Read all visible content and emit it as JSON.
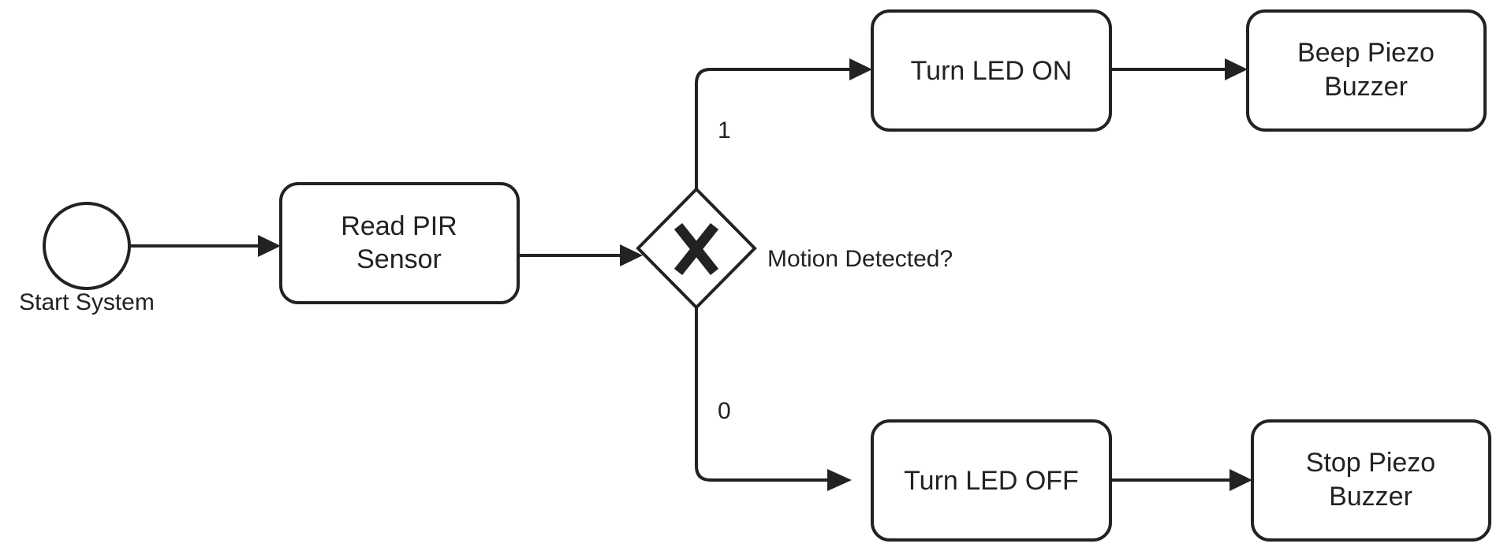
{
  "diagram": {
    "start_event": {
      "label": "Start System"
    },
    "tasks": {
      "read_pir": {
        "line1": "Read PIR",
        "line2": "Sensor"
      },
      "led_on": {
        "line1": "Turn LED ON"
      },
      "beep_buzzer": {
        "line1": "Beep Piezo",
        "line2": "Buzzer"
      },
      "led_off": {
        "line1": "Turn LED OFF"
      },
      "stop_buzzer": {
        "line1": "Stop Piezo",
        "line2": "Buzzer"
      }
    },
    "gateway": {
      "label": "Motion Detected?",
      "type": "exclusive"
    },
    "edges": {
      "yes_label": "1",
      "no_label": "0"
    }
  }
}
